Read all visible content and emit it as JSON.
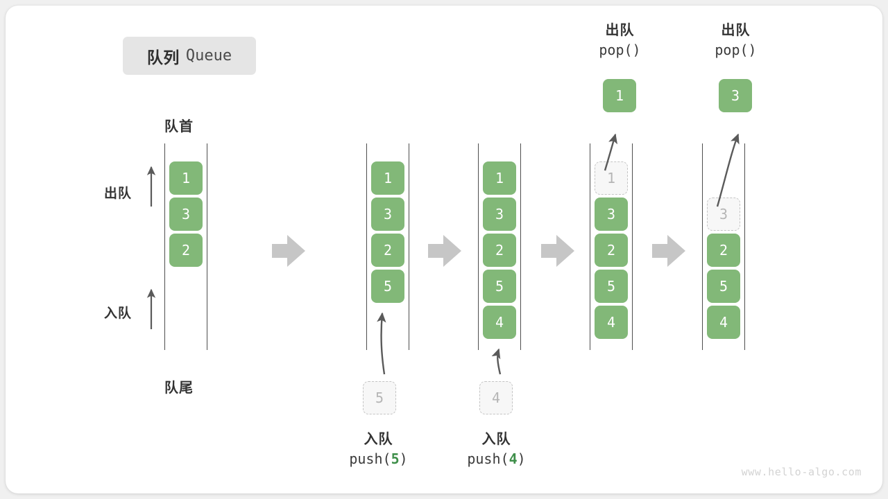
{
  "title": {
    "cn": "队列",
    "en": "Queue"
  },
  "labels": {
    "head": "队首",
    "tail": "队尾",
    "dequeue": "出队",
    "enqueue": "入队"
  },
  "colors": {
    "item_green": "#82b878",
    "ghost_border": "#c4c4c4",
    "ghost_fill": "#f7f7f7",
    "rail": "#4d4d4d",
    "arrow_gray": "#5a5a5a",
    "step_arrow": "#c6c6c6",
    "badge_bg": "#e5e5e5",
    "code_num_green": "#3f8f4a"
  },
  "columns": [
    {
      "id": "col-initial",
      "items": [
        {
          "value": "1",
          "state": "filled"
        },
        {
          "value": "3",
          "state": "filled"
        },
        {
          "value": "2",
          "state": "filled"
        }
      ]
    },
    {
      "id": "col-push-5",
      "items": [
        {
          "value": "1",
          "state": "filled"
        },
        {
          "value": "3",
          "state": "filled"
        },
        {
          "value": "2",
          "state": "filled"
        },
        {
          "value": "5",
          "state": "filled"
        }
      ],
      "incoming": {
        "value": "5",
        "state": "ghost"
      }
    },
    {
      "id": "col-push-4",
      "items": [
        {
          "value": "1",
          "state": "filled"
        },
        {
          "value": "3",
          "state": "filled"
        },
        {
          "value": "2",
          "state": "filled"
        },
        {
          "value": "5",
          "state": "filled"
        },
        {
          "value": "4",
          "state": "filled"
        }
      ],
      "incoming": {
        "value": "4",
        "state": "ghost"
      }
    },
    {
      "id": "col-pop-1",
      "items": [
        {
          "value": "1",
          "state": "ghost"
        },
        {
          "value": "3",
          "state": "filled"
        },
        {
          "value": "2",
          "state": "filled"
        },
        {
          "value": "5",
          "state": "filled"
        },
        {
          "value": "4",
          "state": "filled"
        }
      ],
      "outgoing": {
        "value": "1",
        "state": "filled"
      }
    },
    {
      "id": "col-pop-3",
      "items": [
        {
          "value": "3",
          "state": "ghost"
        },
        {
          "value": "2",
          "state": "filled"
        },
        {
          "value": "5",
          "state": "filled"
        },
        {
          "value": "4",
          "state": "filled"
        }
      ],
      "outgoing": {
        "value": "3",
        "state": "filled"
      }
    }
  ],
  "captions": {
    "bottom": [
      {
        "id": "caption-push-5",
        "cn": "入队",
        "code_prefix": "push(",
        "code_num": "5",
        "code_suffix": ")"
      },
      {
        "id": "caption-push-4",
        "cn": "入队",
        "code_prefix": "push(",
        "code_num": "4",
        "code_suffix": ")"
      }
    ],
    "top": [
      {
        "id": "caption-pop-1",
        "cn": "出队",
        "code": "pop()"
      },
      {
        "id": "caption-pop-3",
        "cn": "出队",
        "code": "pop()"
      }
    ]
  },
  "watermark": "www.hello-algo.com"
}
